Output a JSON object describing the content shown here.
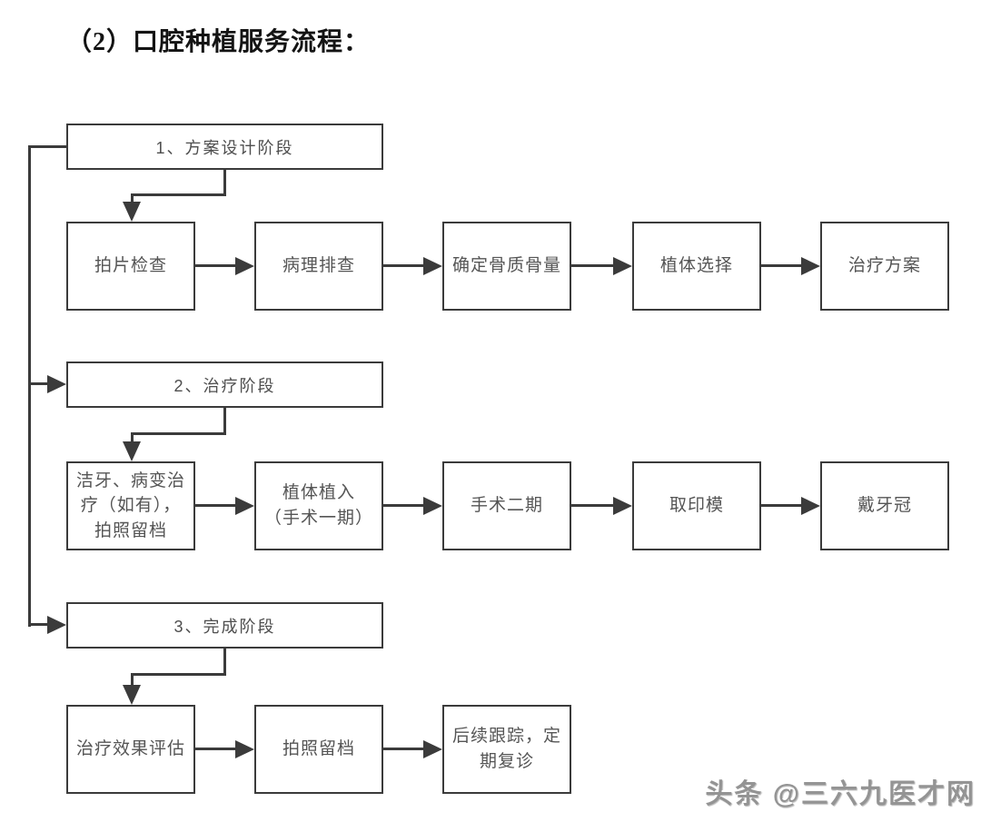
{
  "title": "（2）口腔种植服务流程：",
  "watermark": "头条 @三六九医才网",
  "colors": {
    "line": "#3b3b3b",
    "node_text": "#555555",
    "title_text": "#141414",
    "watermark_text": "#949494",
    "background": "#ffffff"
  },
  "flowchart": {
    "stages": [
      {
        "label": "1、方案设计阶段",
        "steps": [
          "拍片检查",
          "病理排查",
          "确定骨质骨量",
          "植体选择",
          "治疗方案"
        ]
      },
      {
        "label": "2、治疗阶段",
        "steps": [
          "洁牙、病变治疗（如有），拍照留档",
          "植体植入\n（手术一期）",
          "手术二期",
          "取印模",
          "戴牙冠"
        ]
      },
      {
        "label": "3、完成阶段",
        "steps": [
          "治疗效果评估",
          "拍照留档",
          "后续跟踪，定期复诊"
        ]
      }
    ]
  }
}
